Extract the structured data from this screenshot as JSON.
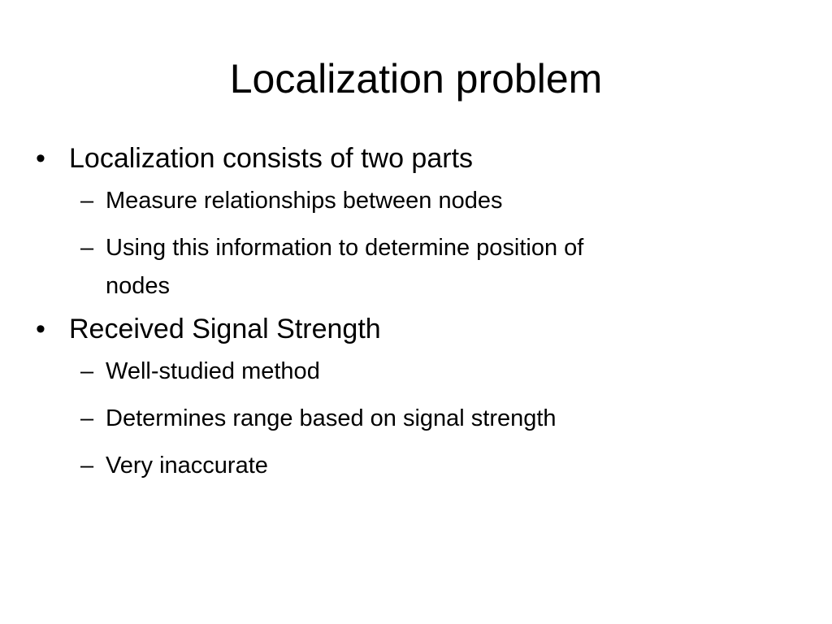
{
  "slide": {
    "title": "Localization problem",
    "bullets": [
      {
        "text": "Localization consists of two parts",
        "subs": [
          {
            "line1": "Measure relationships between nodes",
            "line2": ""
          },
          {
            "line1": "Using this information to determine position of",
            "line2": "nodes"
          }
        ]
      },
      {
        "text": "Received Signal Strength",
        "subs": [
          {
            "line1": "Well-studied method",
            "line2": ""
          },
          {
            "line1": "Determines range based on signal strength",
            "line2": ""
          },
          {
            "line1": "Very inaccurate",
            "line2": ""
          }
        ]
      }
    ],
    "bullet_glyph": "•",
    "dash_glyph": "–"
  }
}
